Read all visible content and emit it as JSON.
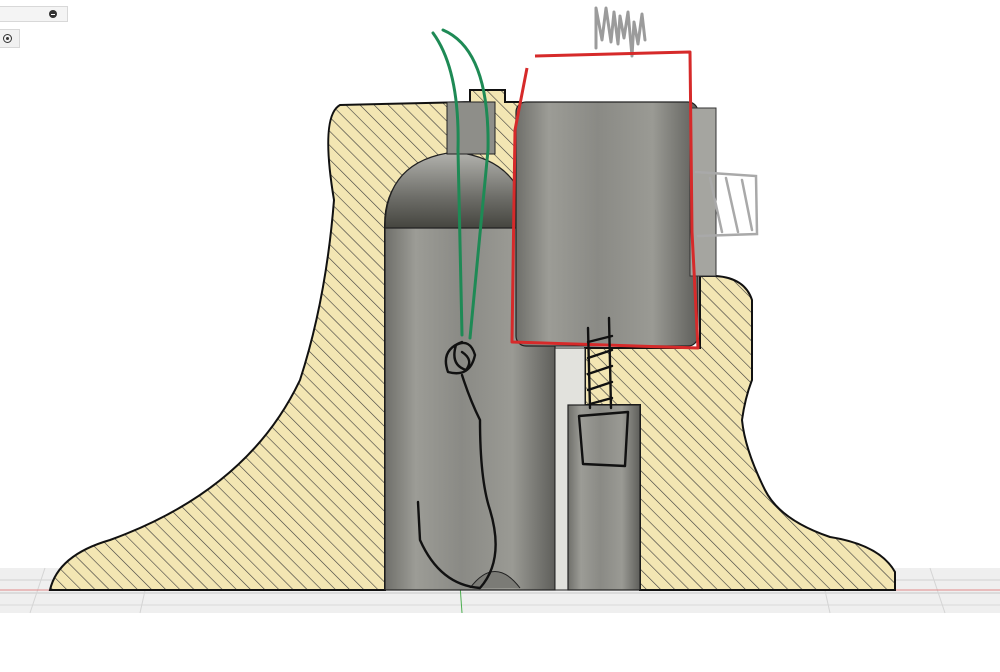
{
  "app": {
    "name": ""
  },
  "toolbar": {
    "collapse_icon": "minus-circle-icon",
    "origin_icon": "radio-dot-icon"
  },
  "colors": {
    "background": "#ffffff",
    "section_fill": "#f3e6b3",
    "hatch": "#3a3a3a",
    "bore": "#8f8f8a",
    "ground": "#c9c9c9",
    "sketch_red": "#d62a2a",
    "sketch_green": "#1e8a55",
    "sketch_black": "#111111",
    "sketch_gray": "#9b9b9b"
  },
  "scene": {
    "view": "section-analysis",
    "annotations": [
      "red-outline",
      "green-wires",
      "black-wire",
      "gray-scribble-label",
      "gray-side-hatch"
    ]
  }
}
